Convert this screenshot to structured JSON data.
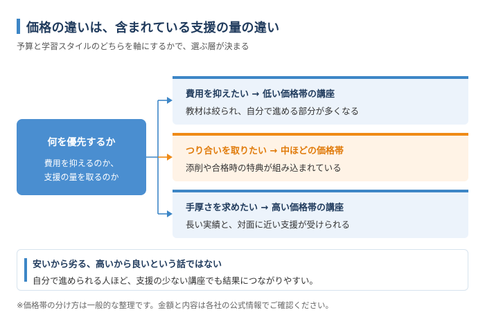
{
  "header": {
    "title": "価格の違いは、含まれている支援の量の違い",
    "subtitle": "予算と学習スタイルのどちらを軸にするかで、選ぶ層が決まる"
  },
  "center": {
    "title": "何を優先するか",
    "line1": "費用を抑えるのか、",
    "line2": "支援の量を取るのか"
  },
  "options": [
    {
      "heading": "費用を抑えたい → 低い価格帯の講座",
      "description": "教材は絞られ、自分で進める部分が多くなる",
      "color": "#3d86c6"
    },
    {
      "heading": "つり合いを取りたい → 中ほどの価格帯",
      "description": "添削や合格時の特典が組み込まれている",
      "color": "#ef8a16"
    },
    {
      "heading": "手厚さを求めたい → 高い価格帯の講座",
      "description": "長い実績と、対面に近い支援が受けられる",
      "color": "#3d86c6"
    }
  ],
  "note": {
    "title": "安いから劣る、高いから良いという話ではない",
    "text": "自分で進められる人ほど、支援の少ない講座でも結果につながりやすい。"
  },
  "footnote": "※価格帯の分け方は一般的な整理です。金額と内容は各社の公式情報でご確認ください。"
}
